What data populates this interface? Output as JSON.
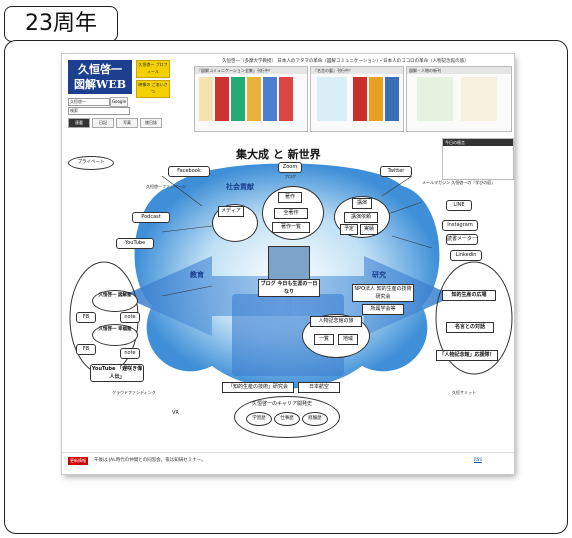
{
  "tag_label": "23周年",
  "header": {
    "logo_line1": "久恒啓一",
    "logo_line2": "図解WEB",
    "profile_button": "久恒啓一 プロフィール",
    "greeting_button": "映像の ごあいさつ",
    "search_placeholder": "久恒啓一",
    "search_button": "Google",
    "search_option": "検索",
    "headline": "久恒啓一（多摩大学教授） 日本人のアタマの革命（図解コミュニケーション）・日本人のココロの革命（人物記念館の旅）",
    "nav": [
      "連載",
      "日記",
      "写真",
      "旅日誌"
    ],
    "panel1_title": "『図解コミュニケーション全集』刊行中！",
    "panel2_title": "『名言の暦』刊行中！",
    "panel3_title": "図解・人物の新刊"
  },
  "diagram": {
    "title": "集大成 と 新世界",
    "center_label": "ブログ 今日も生涯の一日なり",
    "zoom": "Zoom",
    "blog": "ブログ",
    "social": "社会貢献",
    "education": "教育",
    "research": "研究",
    "chosaku": "著作",
    "zen_chosaku": "全著作",
    "chosaku_list": "著作一覧",
    "media": "メディア",
    "kouen": "講演",
    "kouen_irai": "講演依頼",
    "yotei": "予定",
    "jisseki": "実績",
    "npo": "NPO法人 知的生産の技術研究会",
    "shozoku": "所属学会等",
    "kinenkan": "人物記念館の旅",
    "ichiran": "一覧",
    "jiseki": "地域",
    "kotoba": "「知的生産の技術」研究会",
    "nihon_koku": "日本航空",
    "career": "久恒啓一のキャリア開発史",
    "gakkyo": "学習歴",
    "shigoto": "仕事歴",
    "keiken": "経験歴",
    "left_items": [
      "プライベート",
      "Facebook",
      "久恒啓一ファンページ",
      "Podcast",
      "YouTube"
    ],
    "right_items": [
      "Twitter",
      "メールマガジン 久恒啓一の『学びの庭』",
      "LINE",
      "Instagram",
      "読書メーター",
      "Linkedin"
    ],
    "juku1": "久恒啓一 図解塾",
    "juku2": "久恒啓一 幸福塾",
    "fb": "FB",
    "note": "note",
    "youtube_rekishi": "YouTube 「遅咲き偉人伝」",
    "cloud": "クラウドファンディング",
    "vr": "VR",
    "chiteki_hiroba": "知的生産の広場",
    "meigen": "名言との対話",
    "jinbutsu_ouen": "「人物記念館」応援隊！",
    "hisatsune_summit": "久恒サミット",
    "konnichi": "今日の格言"
  },
  "footer": {
    "badge": "更新情報",
    "text": "午後は JAL時代の仲間との同窓会。夜は知研セミナー。",
    "rss": "RSS"
  }
}
